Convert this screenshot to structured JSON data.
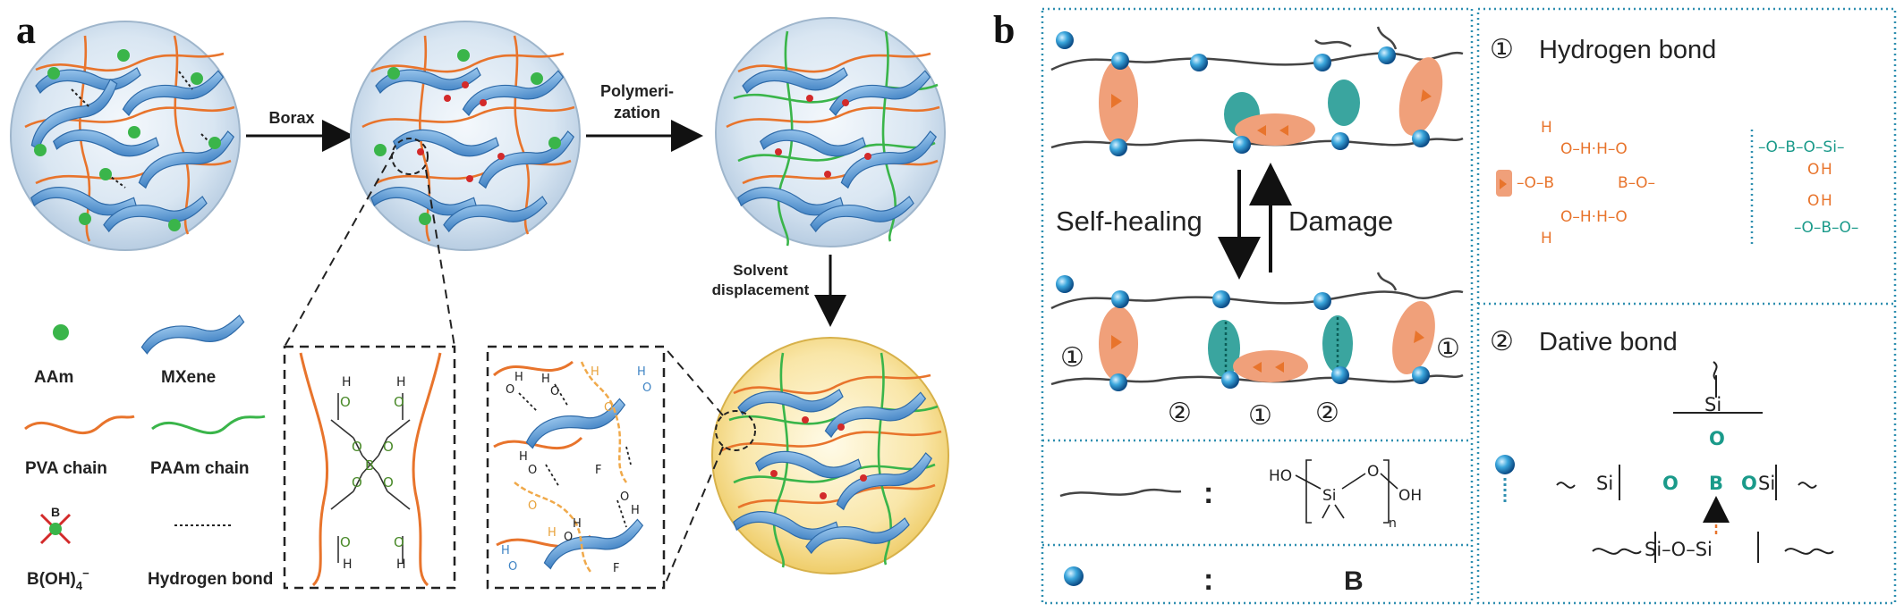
{
  "panel_a": {
    "letter": "a",
    "arrow_borax": "Borax",
    "arrow_polymerization_line1": "Polymeri-",
    "arrow_polymerization_line2": "zation",
    "arrow_solvent_line1": "Solvent",
    "arrow_solvent_line2": "displacement",
    "legend": {
      "aam": "AAm",
      "mxene": "MXene",
      "pva": "PVA chain",
      "paam": "PAAm chain",
      "borate_base": "B(OH)",
      "borate_sub": "4",
      "borate_sup": "−",
      "hbond": "Hydrogen bond"
    },
    "atoms": {
      "O": "O",
      "H": "H",
      "B": "B",
      "F": "F"
    }
  },
  "panel_b": {
    "letter": "b",
    "self_healing": "Self-healing",
    "damage": "Damage",
    "mark1": "①",
    "mark2": "②",
    "hbond_title": "Hydrogen bond",
    "dative_title": "Dative bond",
    "colon": ":",
    "boron_label": "B",
    "si_ho": "HO",
    "si_si": "Si",
    "si_o": "O",
    "si_oh": "OH",
    "si_n": "n",
    "hbond_chem": {
      "h_top": "H",
      "oh_top": "O–H·H–O",
      "left_ob": "–O–B",
      "right_bo": "B–O–",
      "oh_bot": "O–H·H–O",
      "h_bot": "H",
      "teal_top": "–O–B–O–Si–",
      "teal_mid_o": "O",
      "teal_mid_h": "H",
      "teal_mid_h2": "H",
      "teal_mid_o2": "O",
      "teal_bot": "–O–B–O–"
    },
    "dative_chem": {
      "si_top": "Si",
      "o_top": "O",
      "row_si_left": "Si",
      "row_o_left": "O",
      "row_b": "B",
      "row_o_right": "O",
      "row_si_right": "Si",
      "bottom": "Si–O–Si"
    }
  },
  "colors": {
    "orange": "#e8742c",
    "green": "#3ab54a",
    "mxene_blue": "#5b9bd8",
    "teal": "#17958e",
    "salmon": "#f0a07a",
    "boron_teal": "#1a9a8a",
    "dotted_border": "#2f8fb0"
  },
  "icons": [
    "mxene-sheet-icon",
    "aam-dot-icon",
    "borate-icon",
    "boron-bead-icon"
  ]
}
